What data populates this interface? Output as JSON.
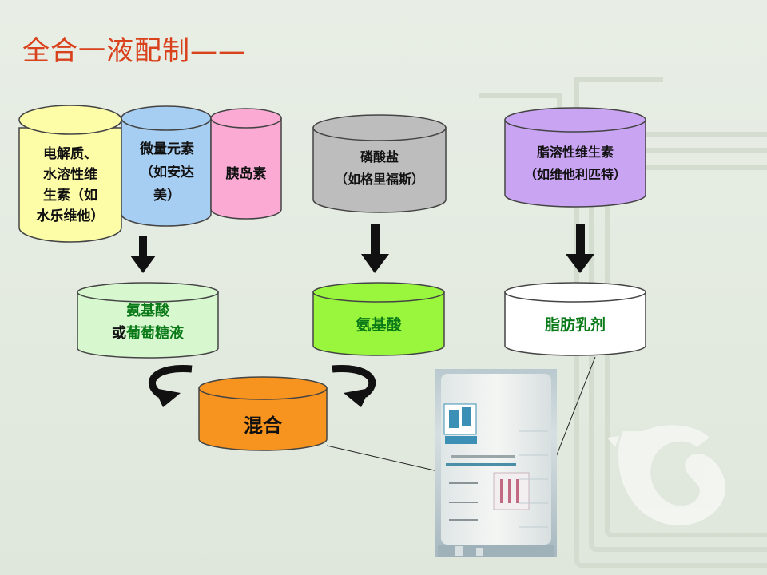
{
  "title": "全合一液配制——",
  "containers": {
    "electrolyte": "电解质、\n水溶性维\n生素（如\n水乐维他）",
    "trace": "微量元素\n（如安达\n美）",
    "insulin": "胰岛素",
    "phosphate": "磷酸盐\n（如格里福斯）",
    "fat_vitamin": "脂溶性维生素\n（如维他利匹特）",
    "aa_line1": "氨基酸",
    "aa_or": "或",
    "aa_glucose": "葡萄糖液",
    "amino": "氨基酸",
    "fat_emulsion": "脂肪乳剂",
    "mix": "混合"
  },
  "colors": {
    "title": "#d9411c",
    "electrolyte": "#fdfda8",
    "trace": "#a6cdf2",
    "insulin": "#fbaad4",
    "phosphate": "#bdbdbd",
    "fat_vitamin": "#c9a4f3",
    "aa_glucose": "#d7f8cf",
    "amino": "#9af53d",
    "fat_emulsion": "#ffffff",
    "mix": "#f7931f"
  }
}
